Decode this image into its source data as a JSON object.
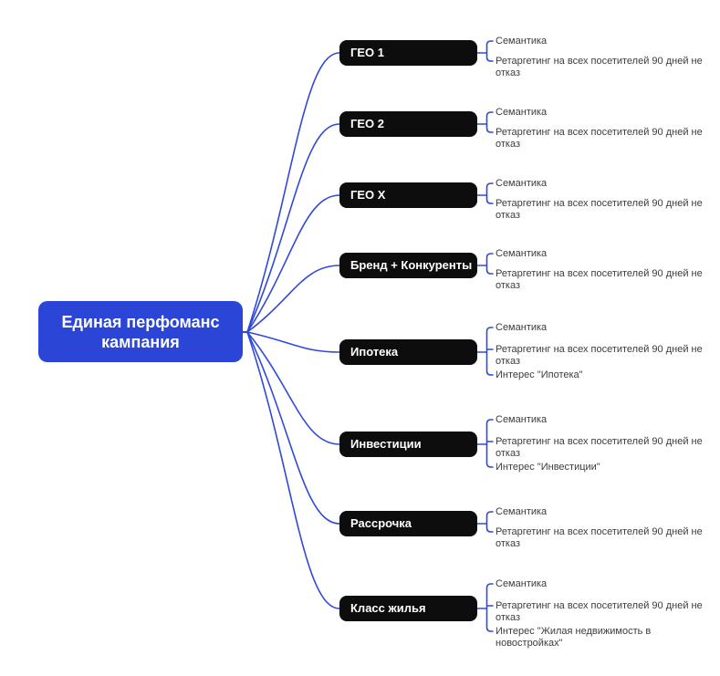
{
  "root": {
    "label": "Единая перфоманс\nкампания"
  },
  "colors": {
    "root_bg": "#2B46D6",
    "root_text": "#FFFFFF",
    "branch_bg": "#0D0D0D",
    "branch_text": "#FFFFFF",
    "connector": "#3049D8",
    "leaf_text": "#3C3C3C",
    "background": "#FFFFFF"
  },
  "branches": [
    {
      "label": "ГЕО 1",
      "children": [
        "Семантика",
        "Ретаргетинг на всех посетителей 90 дней не\nотказ"
      ]
    },
    {
      "label": "ГЕО 2",
      "children": [
        "Семантика",
        "Ретаргетинг на всех посетителей 90 дней не\nотказ"
      ]
    },
    {
      "label": "ГЕО X",
      "children": [
        "Семантика",
        "Ретаргетинг на всех посетителей 90 дней не\nотказ"
      ]
    },
    {
      "label": "Бренд + Конкуренты",
      "children": [
        "Семантика",
        "Ретаргетинг на всех посетителей 90 дней не\nотказ"
      ]
    },
    {
      "label": "Ипотека",
      "children": [
        "Семантика",
        "Ретаргетинг на всех посетителей 90 дней не\nотказ",
        "Интерес \"Ипотека\""
      ]
    },
    {
      "label": "Инвестиции",
      "children": [
        "Семантика",
        "Ретаргетинг на всех посетителей 90 дней не\nотказ",
        "Интерес \"Инвестиции\""
      ]
    },
    {
      "label": "Рассрочка",
      "children": [
        "Семантика",
        "Ретаргетинг на всех посетителей 90 дней не\nотказ"
      ]
    },
    {
      "label": "Класс жилья",
      "children": [
        "Семантика",
        "Ретаргетинг на всех посетителей 90 дней не\nотказ",
        "Интерес \"Жилая недвижимость в\nновостройках\""
      ]
    }
  ]
}
